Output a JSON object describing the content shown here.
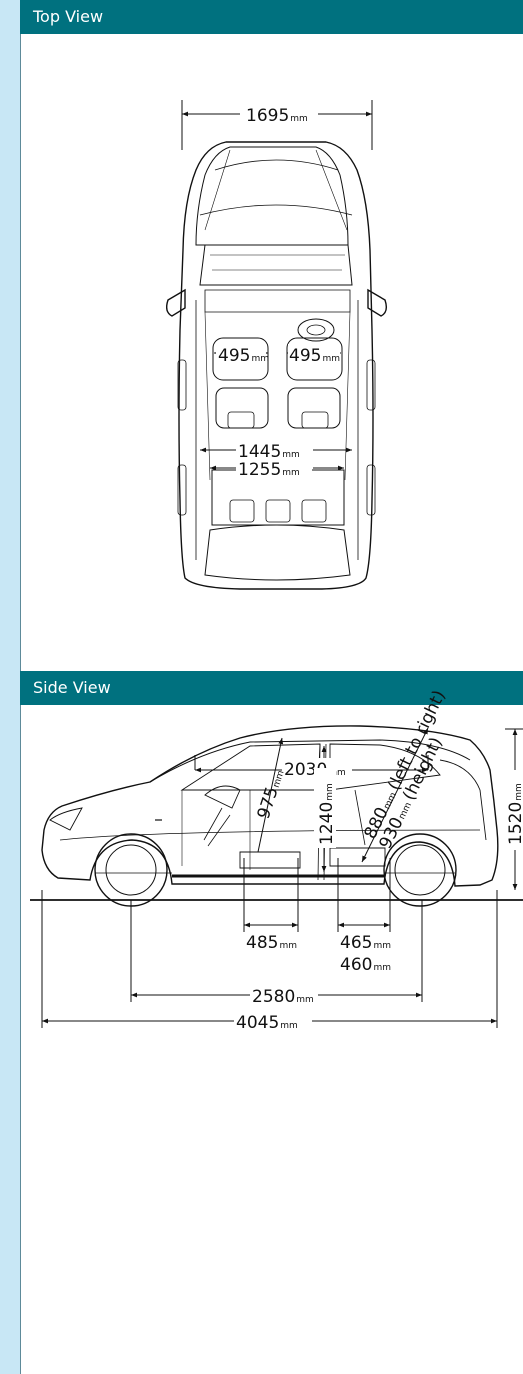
{
  "sections": {
    "top_title": "Top View",
    "side_title": "Side View"
  },
  "top_view": {
    "overall_width": {
      "value": "1695",
      "unit": "mm"
    },
    "seat_width_left": {
      "value": "495",
      "unit": "mm"
    },
    "seat_width_right": {
      "value": "495",
      "unit": "mm"
    },
    "front_shoulder_width": {
      "value": "1445",
      "unit": "mm"
    },
    "rear_hip_width": {
      "value": "1255",
      "unit": "mm"
    }
  },
  "side_view": {
    "door_span": {
      "value": "2030",
      "unit": "mm"
    },
    "front_seat_height": {
      "value": "975",
      "unit": "mm"
    },
    "interior_height": {
      "value": "1240",
      "unit": "mm"
    },
    "tailgate_width": {
      "value": "880",
      "unit": "mm",
      "note": "(left to right)"
    },
    "tailgate_height": {
      "value": "930",
      "unit": "mm",
      "note": "(height)"
    },
    "overall_height": {
      "value": "1520",
      "unit": "mm"
    },
    "front_seat_depth": {
      "value": "485",
      "unit": "mm"
    },
    "rear_seat_depth_a": {
      "value": "465",
      "unit": "mm"
    },
    "rear_seat_depth_b": {
      "value": "460",
      "unit": "mm"
    },
    "wheelbase": {
      "value": "2580",
      "unit": "mm"
    },
    "overall_length": {
      "value": "4045",
      "unit": "mm"
    }
  }
}
